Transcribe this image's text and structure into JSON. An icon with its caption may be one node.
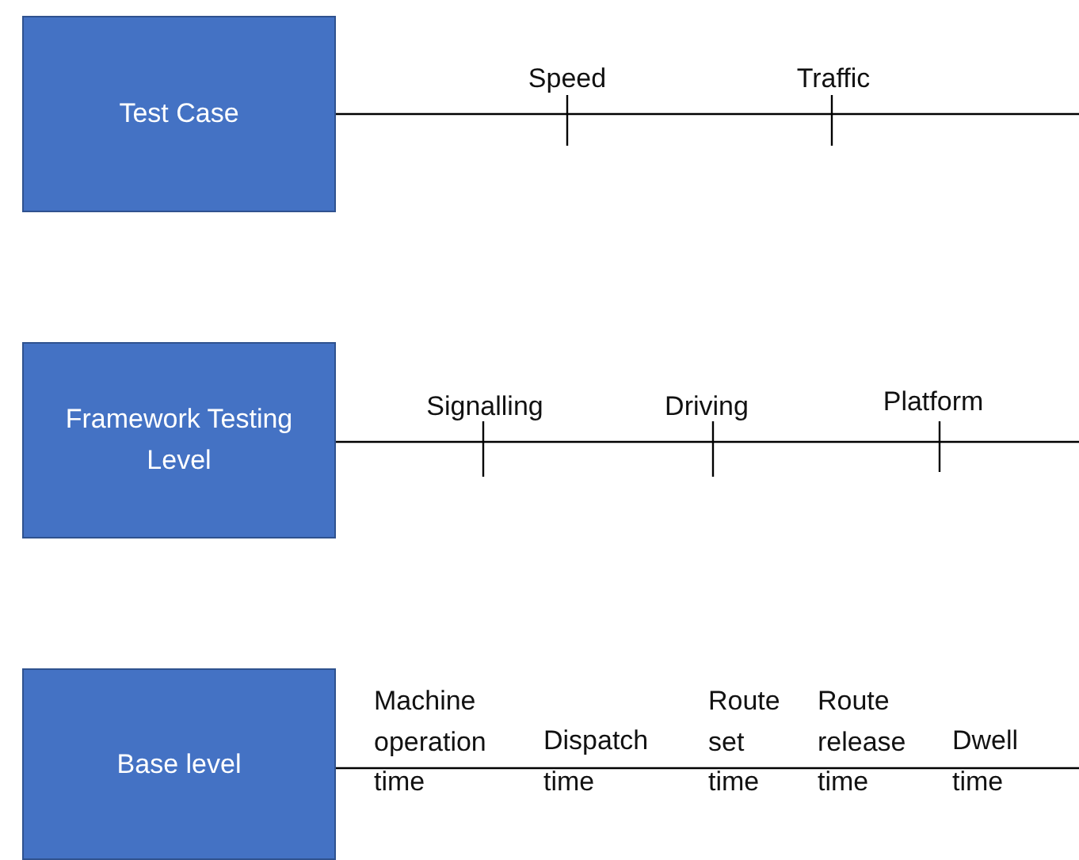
{
  "diagram": {
    "nodes": [
      {
        "text": [
          "Test Case"
        ]
      },
      {
        "text": [
          "Framework Testing Level"
        ]
      },
      {
        "text": [
          "Base level"
        ]
      }
    ],
    "edges": [
      {
        "from": 0,
        "to": null,
        "arrow": "none"
      },
      {
        "from": 1,
        "to": null,
        "arrow": "none"
      },
      {
        "from": 2,
        "to": null,
        "arrow": "none"
      }
    ],
    "labels": [
      "Speed",
      "Traffic",
      "Signalling",
      "Driving",
      "Platform",
      "Machine operation time",
      "Dispatch time",
      "Route set time",
      "Route release time",
      "Dwell time"
    ]
  }
}
